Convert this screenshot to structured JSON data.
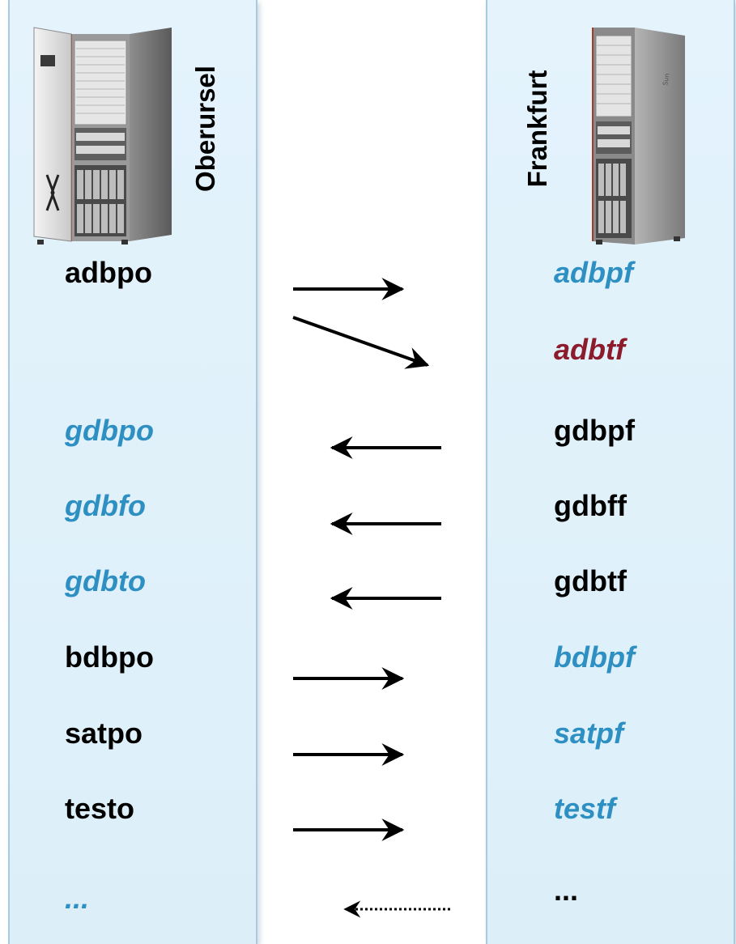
{
  "colors": {
    "primary_text": "#000000",
    "standby_text": "#2e8fc2",
    "test_text": "#8c1c2c",
    "panel_fill": "#dceff9",
    "panel_border": "#a9cbe2"
  },
  "sites": {
    "left": {
      "name": "Oberursel",
      "icon": "server-rack-icon"
    },
    "right": {
      "name": "Frankfurt",
      "icon": "server-rack-icon"
    }
  },
  "left_databases": [
    {
      "name": "adbpo",
      "style": "plain"
    },
    {
      "name": "gdbpo",
      "style": "standby"
    },
    {
      "name": "gdbfo",
      "style": "standby"
    },
    {
      "name": "gdbto",
      "style": "standby"
    },
    {
      "name": "bdbpo",
      "style": "plain"
    },
    {
      "name": "satpo",
      "style": "plain"
    },
    {
      "name": "testo",
      "style": "plain"
    },
    {
      "name": "...",
      "style": "standby"
    }
  ],
  "right_databases": [
    {
      "name": "adbpf",
      "style": "standby"
    },
    {
      "name": "adbtf",
      "style": "test"
    },
    {
      "name": "gdbpf",
      "style": "plain"
    },
    {
      "name": "gdbff",
      "style": "plain"
    },
    {
      "name": "gdbtf",
      "style": "plain"
    },
    {
      "name": "bdbpf",
      "style": "standby"
    },
    {
      "name": "satpf",
      "style": "standby"
    },
    {
      "name": "testf",
      "style": "standby"
    },
    {
      "name": "...",
      "style": "plain"
    }
  ],
  "replication_links": [
    {
      "from": "adbpo",
      "to": "adbpf",
      "direction": "left-to-right",
      "line": "solid"
    },
    {
      "from": "adbpo",
      "to": "adbtf",
      "direction": "left-to-right",
      "line": "solid"
    },
    {
      "from": "gdbpf",
      "to": "gdbpo",
      "direction": "right-to-left",
      "line": "solid"
    },
    {
      "from": "gdbff",
      "to": "gdbfo",
      "direction": "right-to-left",
      "line": "solid"
    },
    {
      "from": "gdbtf",
      "to": "gdbto",
      "direction": "right-to-left",
      "line": "solid"
    },
    {
      "from": "bdbpo",
      "to": "bdbpf",
      "direction": "left-to-right",
      "line": "solid"
    },
    {
      "from": "satpo",
      "to": "satpf",
      "direction": "left-to-right",
      "line": "solid"
    },
    {
      "from": "testo",
      "to": "testf",
      "direction": "left-to-right",
      "line": "solid"
    },
    {
      "from": "...",
      "to": "...",
      "direction": "right-to-left",
      "line": "dotted"
    }
  ]
}
